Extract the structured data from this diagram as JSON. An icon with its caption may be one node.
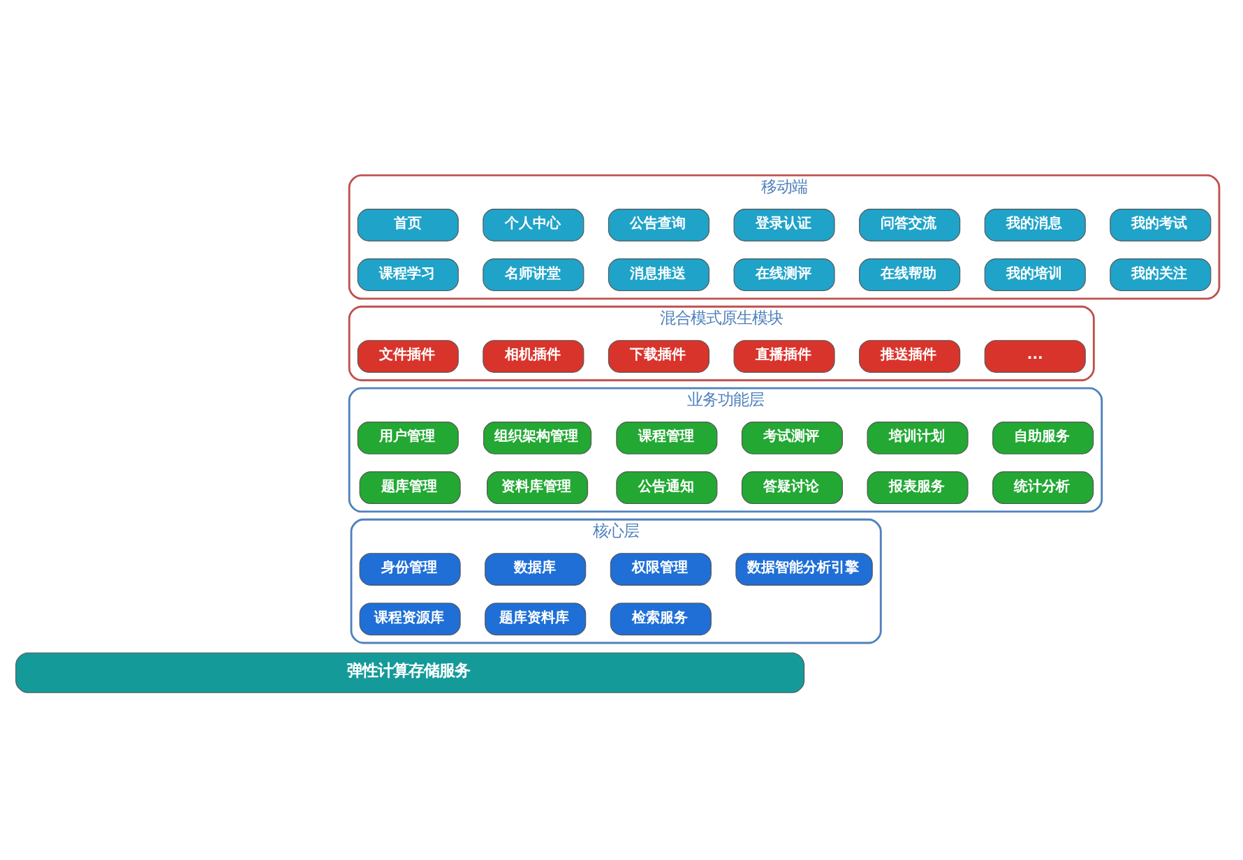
{
  "diagram": {
    "nodes": [
      {
        "text": [
          "移动端"
        ]
      },
      {
        "text": [
          "首页"
        ],
        "in": 0
      },
      {
        "text": [
          "个人中心"
        ],
        "in": 0
      },
      {
        "text": [
          "公告查询"
        ],
        "in": 0
      },
      {
        "text": [
          "登录认证"
        ],
        "in": 0
      },
      {
        "text": [
          "问答交流"
        ],
        "in": 0
      },
      {
        "text": [
          "我的消息"
        ],
        "in": 0
      },
      {
        "text": [
          "我的考试"
        ],
        "in": 0
      },
      {
        "text": [
          "课程学习"
        ],
        "in": 0
      },
      {
        "text": [
          "名师讲堂"
        ],
        "in": 0
      },
      {
        "text": [
          "消息推送"
        ],
        "in": 0
      },
      {
        "text": [
          "在线测评"
        ],
        "in": 0
      },
      {
        "text": [
          "在线帮助"
        ],
        "in": 0
      },
      {
        "text": [
          "我的培训"
        ],
        "in": 0
      },
      {
        "text": [
          "我的关注"
        ],
        "in": 0
      },
      {
        "text": [
          "混合模式原生模块"
        ]
      },
      {
        "text": [
          "文件插件"
        ],
        "in": 15
      },
      {
        "text": [
          "相机插件"
        ],
        "in": 15
      },
      {
        "text": [
          "下载插件"
        ],
        "in": 15
      },
      {
        "text": [
          "直播插件"
        ],
        "in": 15
      },
      {
        "text": [
          "推送插件"
        ],
        "in": 15
      },
      {
        "text": [
          "..."
        ],
        "in": 15
      },
      {
        "text": [
          "业务功能层"
        ]
      },
      {
        "text": [
          "用户管理"
        ],
        "in": 22
      },
      {
        "text": [
          "组织架构管理"
        ],
        "in": 22
      },
      {
        "text": [
          "课程管理"
        ],
        "in": 22
      },
      {
        "text": [
          "考试测评"
        ],
        "in": 22
      },
      {
        "text": [
          "培训计划"
        ],
        "in": 22
      },
      {
        "text": [
          "自助服务"
        ],
        "in": 22
      },
      {
        "text": [
          "题库管理"
        ],
        "in": 22
      },
      {
        "text": [
          "资料库管理"
        ],
        "in": 22
      },
      {
        "text": [
          "公告通知"
        ],
        "in": 22
      },
      {
        "text": [
          "答疑讨论"
        ],
        "in": 22
      },
      {
        "text": [
          "报表服务"
        ],
        "in": 22
      },
      {
        "text": [
          "统计分析"
        ],
        "in": 22
      },
      {
        "text": [
          "核心层"
        ]
      },
      {
        "text": [
          "身份管理"
        ],
        "in": 35
      },
      {
        "text": [
          "数据库"
        ],
        "in": 35
      },
      {
        "text": [
          "权限管理"
        ],
        "in": 35
      },
      {
        "text": [
          "数据智能分析引擎"
        ],
        "in": 35
      },
      {
        "text": [
          "课程资源库"
        ],
        "in": 35
      },
      {
        "text": [
          "题库资料库"
        ],
        "in": 35
      },
      {
        "text": [
          "检索服务"
        ],
        "in": 35
      },
      {
        "text": [
          "弹性计算存储服务"
        ]
      }
    ],
    "edges": []
  }
}
